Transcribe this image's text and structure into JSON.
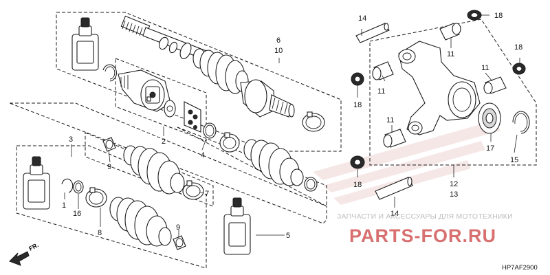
{
  "callouts": {
    "n1": "1",
    "n2": "2",
    "n3": "3",
    "n4": "4",
    "n5": "5",
    "n6": "6",
    "n7": "7",
    "n8": "8",
    "n9": "9",
    "n10": "10",
    "n11": "11",
    "n12": "12",
    "n13": "13",
    "n14": "14",
    "n15": "15",
    "n16": "16",
    "n17": "17",
    "n18": "18"
  },
  "front_label": "FR.",
  "watermark": {
    "tagline": "ЗАПЧАСТИ И АКСЕССУАРЫ ДЛЯ МОТОТЕХНИКИ",
    "brand": "PARTS-FOR.RU"
  },
  "diagram_code": "HP7AF2900"
}
